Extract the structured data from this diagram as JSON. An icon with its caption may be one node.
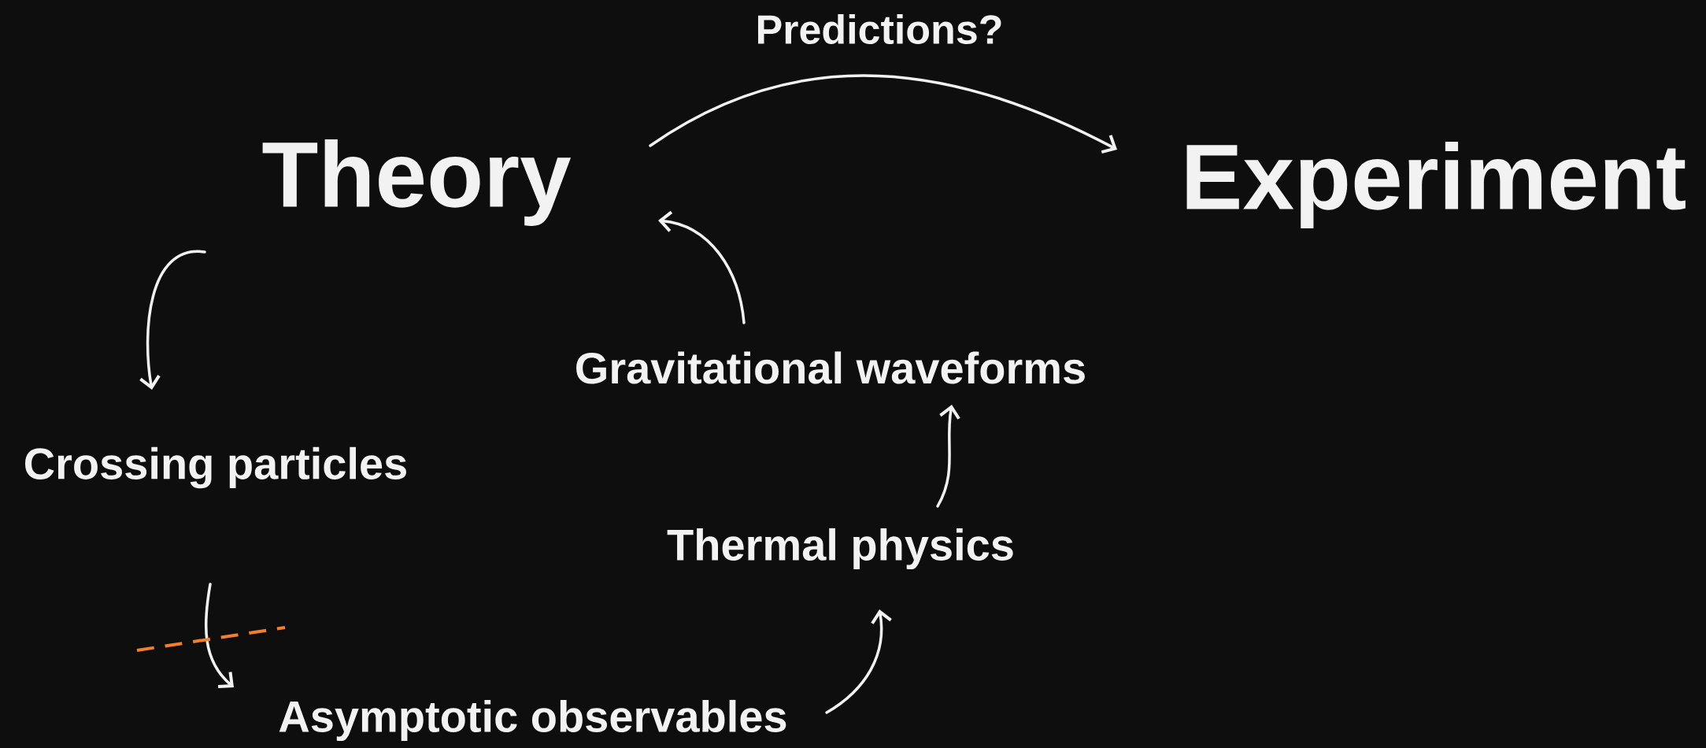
{
  "diagram": {
    "nodes": [
      {
        "text": [
          "Theory"
        ]
      },
      {
        "text": [
          "Experiment"
        ]
      },
      {
        "text": [
          "Gravitational waveforms"
        ]
      },
      {
        "text": [
          "Crossing particles"
        ]
      },
      {
        "text": [
          "Thermal physics"
        ]
      },
      {
        "text": [
          "Asymptotic observables"
        ]
      }
    ],
    "edges": [
      {
        "from": 0,
        "to": 1,
        "arrow": "to",
        "label": "Predictions?"
      },
      {
        "from": 0,
        "to": 3,
        "arrow": "to"
      },
      {
        "from": 2,
        "to": 0,
        "arrow": "to"
      },
      {
        "from": 4,
        "to": 2,
        "arrow": "to"
      },
      {
        "from": 5,
        "to": 4,
        "arrow": "to"
      },
      {
        "from": 3,
        "to": 5,
        "arrow": "to"
      }
    ]
  }
}
